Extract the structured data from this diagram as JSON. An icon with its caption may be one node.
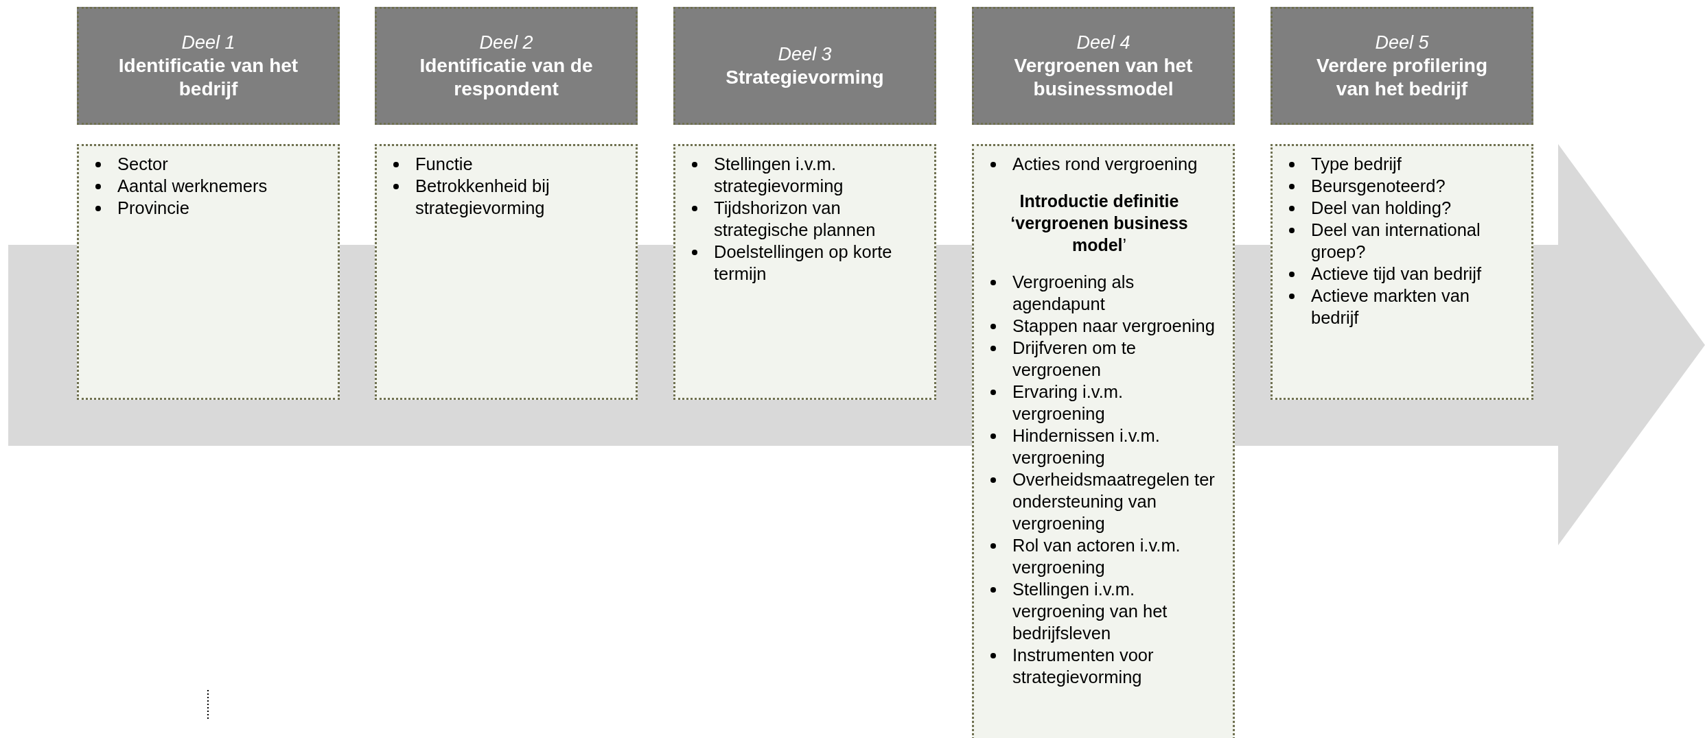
{
  "diagram": {
    "nodes": [
      {
        "text": [
          "Deel 1",
          "Identificatie van het bedrijf"
        ]
      },
      {
        "text": [
          "Sector",
          "Aantal werknemers",
          "Provincie"
        ]
      },
      {
        "text": [
          "Deel 2",
          "Identificatie van de respondent"
        ]
      },
      {
        "text": [
          "Functie",
          "Betrokkenheid bij strategievorming"
        ]
      },
      {
        "text": [
          "Deel 3",
          "Strategievorming"
        ]
      },
      {
        "text": [
          "Stellingen i.v.m. strategievorming",
          "Tijdshorizon van strategische plannen",
          "Doelstellingen op korte termijn"
        ]
      },
      {
        "text": [
          "Deel 4",
          "Vergroenen van het businessmodel"
        ]
      },
      {
        "text": [
          "Acties rond vergroening",
          "**Introductie definitie ‘vergroenen business model**’",
          "Vergroening als agendapunt",
          "Stappen naar vergroening",
          "Drijfveren om te vergroenen",
          "Ervaring i.v.m. vergroening",
          "Hindernissen i.v.m. vergroening",
          "Overheidsmaatregelen ter ondersteuning van vergroening",
          "Rol van actoren i.v.m. vergroening",
          "Stellingen i.v.m. vergroening van het bedrijfsleven",
          "Instrumenten voor strategievorming"
        ]
      },
      {
        "text": [
          "Deel 5",
          "Verdere profilering van het bedrijf"
        ]
      },
      {
        "text": [
          "Type bedrijf",
          "Beursgenoteerd?",
          "Deel van holding?",
          "Deel van international groep?",
          "Actieve tijd van bedrijf",
          "Actieve markten van bedrijf"
        ]
      }
    ]
  }
}
